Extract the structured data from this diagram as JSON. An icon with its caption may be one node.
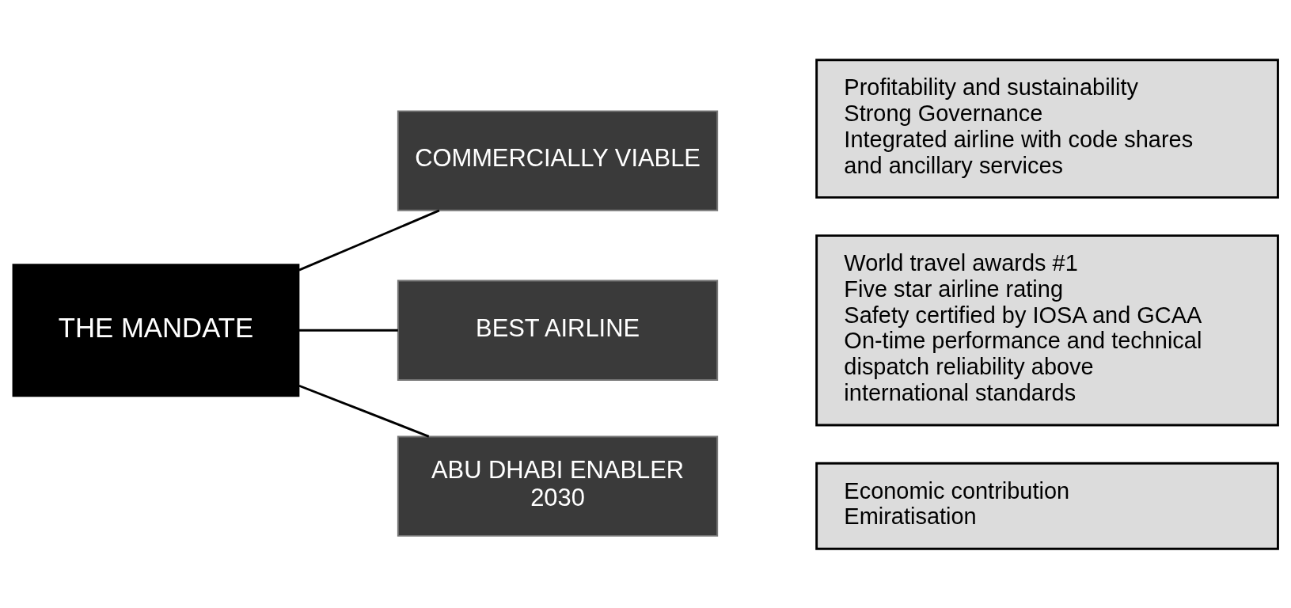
{
  "diagram": {
    "nodes": [
      {
        "text": [
          "THE MANDATE"
        ]
      },
      {
        "text": [
          "COMMERCIALLY VIABLE"
        ]
      },
      {
        "text": [
          "Profitability and sustainability",
          "Strong Governance",
          "Integrated airline with code shares and ancillary services"
        ]
      },
      {
        "text": [
          "BEST AIRLINE"
        ]
      },
      {
        "text": [
          "World travel awards #1",
          "Five star airline rating",
          "Safety certified by IOSA and GCAA",
          "On-time performance and technical dispatch reliability above international standards"
        ]
      },
      {
        "text": [
          "ABU DHABI ENABLER 2030"
        ]
      },
      {
        "text": [
          "Economic contribution",
          "Emiratisation"
        ]
      }
    ],
    "edges": [
      {
        "from": 0,
        "to": 1,
        "arrow": "none"
      },
      {
        "from": 0,
        "to": 3,
        "arrow": "none"
      },
      {
        "from": 0,
        "to": 5,
        "arrow": "none"
      }
    ]
  }
}
